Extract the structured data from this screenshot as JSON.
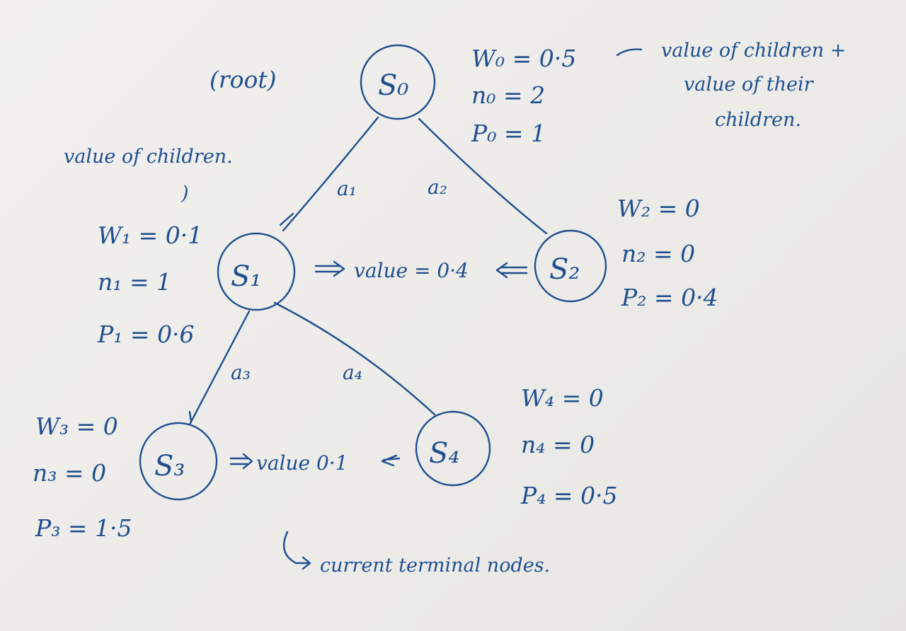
{
  "root_label": "(root)",
  "nodes": {
    "s0": {
      "name": "S₀",
      "w": "W₀ = 0·5",
      "n": "n₀ = 2",
      "p": "P₀ = 1"
    },
    "s1": {
      "name": "S₁",
      "w": "W₁ = 0·1",
      "n": "n₁ = 1",
      "p": "P₁ = 0·6"
    },
    "s2": {
      "name": "S₂",
      "w": "W₂ = 0",
      "n": "n₂ = 0",
      "p": "P₂ = 0·4"
    },
    "s3": {
      "name": "S₃",
      "w": "W₃ = 0",
      "n": "n₃ = 0",
      "p": "P₃ = 1·5"
    },
    "s4": {
      "name": "S₄",
      "w": "W₄ = 0",
      "n": "n₄ = 0",
      "p": "P₄ = 0·5"
    }
  },
  "edges": {
    "a1": "a₁",
    "a2": "a₂",
    "a3": "a₃",
    "a4": "a₄"
  },
  "notes": {
    "root_note": [
      "value of children +",
      "value of their",
      "children."
    ],
    "s1_note": "value of children.",
    "s1_note_mark": ")",
    "value_mid": "value = 0·4",
    "value_low": "value 0·1",
    "terminal_note": "current terminal nodes."
  },
  "ink_color": "#1f4f8e"
}
